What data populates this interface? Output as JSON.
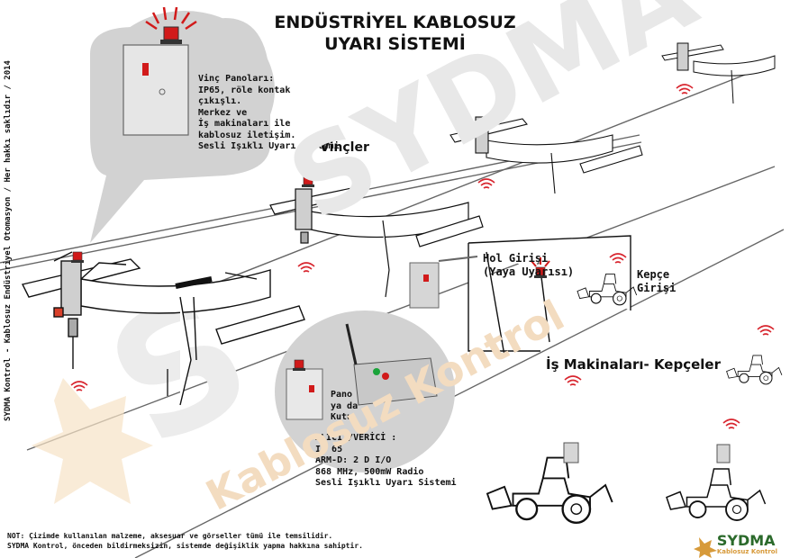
{
  "title_line1": "ENDÜSTRİYEL KABLOSUZ",
  "title_line2": "UYARI SİSTEMİ",
  "panel_callout": [
    "Vinç Panoları:",
    "IP65, röle kontak",
    "çıkışlı.",
    "Merkez ve",
    "İş makinaları ile",
    "kablosuz iletişim.",
    "Sesli Işıklı Uyarı Sistemi"
  ],
  "label_cranes": "Vinçler",
  "label_hall_entry": [
    "Hol Girişi",
    "(Yaya Uyarısı)"
  ],
  "label_bucket_entry": [
    "Kepçe",
    "Girişi"
  ],
  "label_machines": "İş Makinaları- Kepçeler",
  "box_label": [
    "Pano",
    "ya da",
    "Kutu"
  ],
  "receiver_callout": [
    "ALICI /VERİCİ :",
    "IP 65",
    "ARM-D: 2 D I/O",
    "868 MHz, 500mW Radio",
    "Sesli Işıklı Uyarı Sistemi"
  ],
  "side_text": "SYDMA Kontrol  - Kablosuz Endüstriyel Otomasyon / Her hakkı saklıdır / 2014",
  "note_line1": "NOT: Çizimde kullanılan malzeme, aksesuar ve görseller tümü ile temsilidir.",
  "note_line2": "SYDMA Kontrol, önceden bildirmeksizin,  sistemde değişiklik yapma hakkına sahiptir.",
  "watermark": "SYDMA",
  "watermark_sub": "Kablosuz Kontrol",
  "brand_name": "SYDMA",
  "brand_tagline": "Kablosuz Kontrol",
  "colors": {
    "siren": "#d11a1a",
    "wave": "#d8262f",
    "panel": "#c9c9c9",
    "bubble": "#d2d2d2",
    "brand": "#d79a3a",
    "brand_text": "#2b6a2b"
  }
}
